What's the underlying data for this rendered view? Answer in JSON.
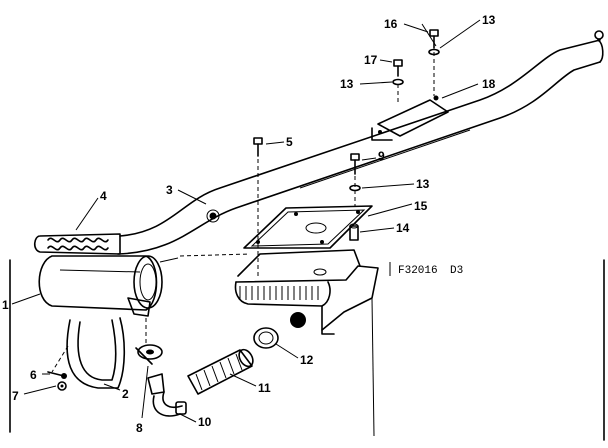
{
  "diagram": {
    "drawing_code": "F32016",
    "sheet_code": "D3",
    "callouts": [
      {
        "id": "c1",
        "text": "1"
      },
      {
        "id": "c2",
        "text": "2"
      },
      {
        "id": "c3",
        "text": "3"
      },
      {
        "id": "c4",
        "text": "4"
      },
      {
        "id": "c5",
        "text": "5"
      },
      {
        "id": "c6",
        "text": "6"
      },
      {
        "id": "c7",
        "text": "7"
      },
      {
        "id": "c8",
        "text": "8"
      },
      {
        "id": "c9",
        "text": "9"
      },
      {
        "id": "c10",
        "text": "10"
      },
      {
        "id": "c11",
        "text": "11"
      },
      {
        "id": "c12",
        "text": "12"
      },
      {
        "id": "c13a",
        "text": "13"
      },
      {
        "id": "c13b",
        "text": "13"
      },
      {
        "id": "c13c",
        "text": "13"
      },
      {
        "id": "c14",
        "text": "14"
      },
      {
        "id": "c15",
        "text": "15"
      },
      {
        "id": "c16",
        "text": "16"
      },
      {
        "id": "c17",
        "text": "17"
      },
      {
        "id": "c18",
        "text": "18"
      }
    ]
  }
}
